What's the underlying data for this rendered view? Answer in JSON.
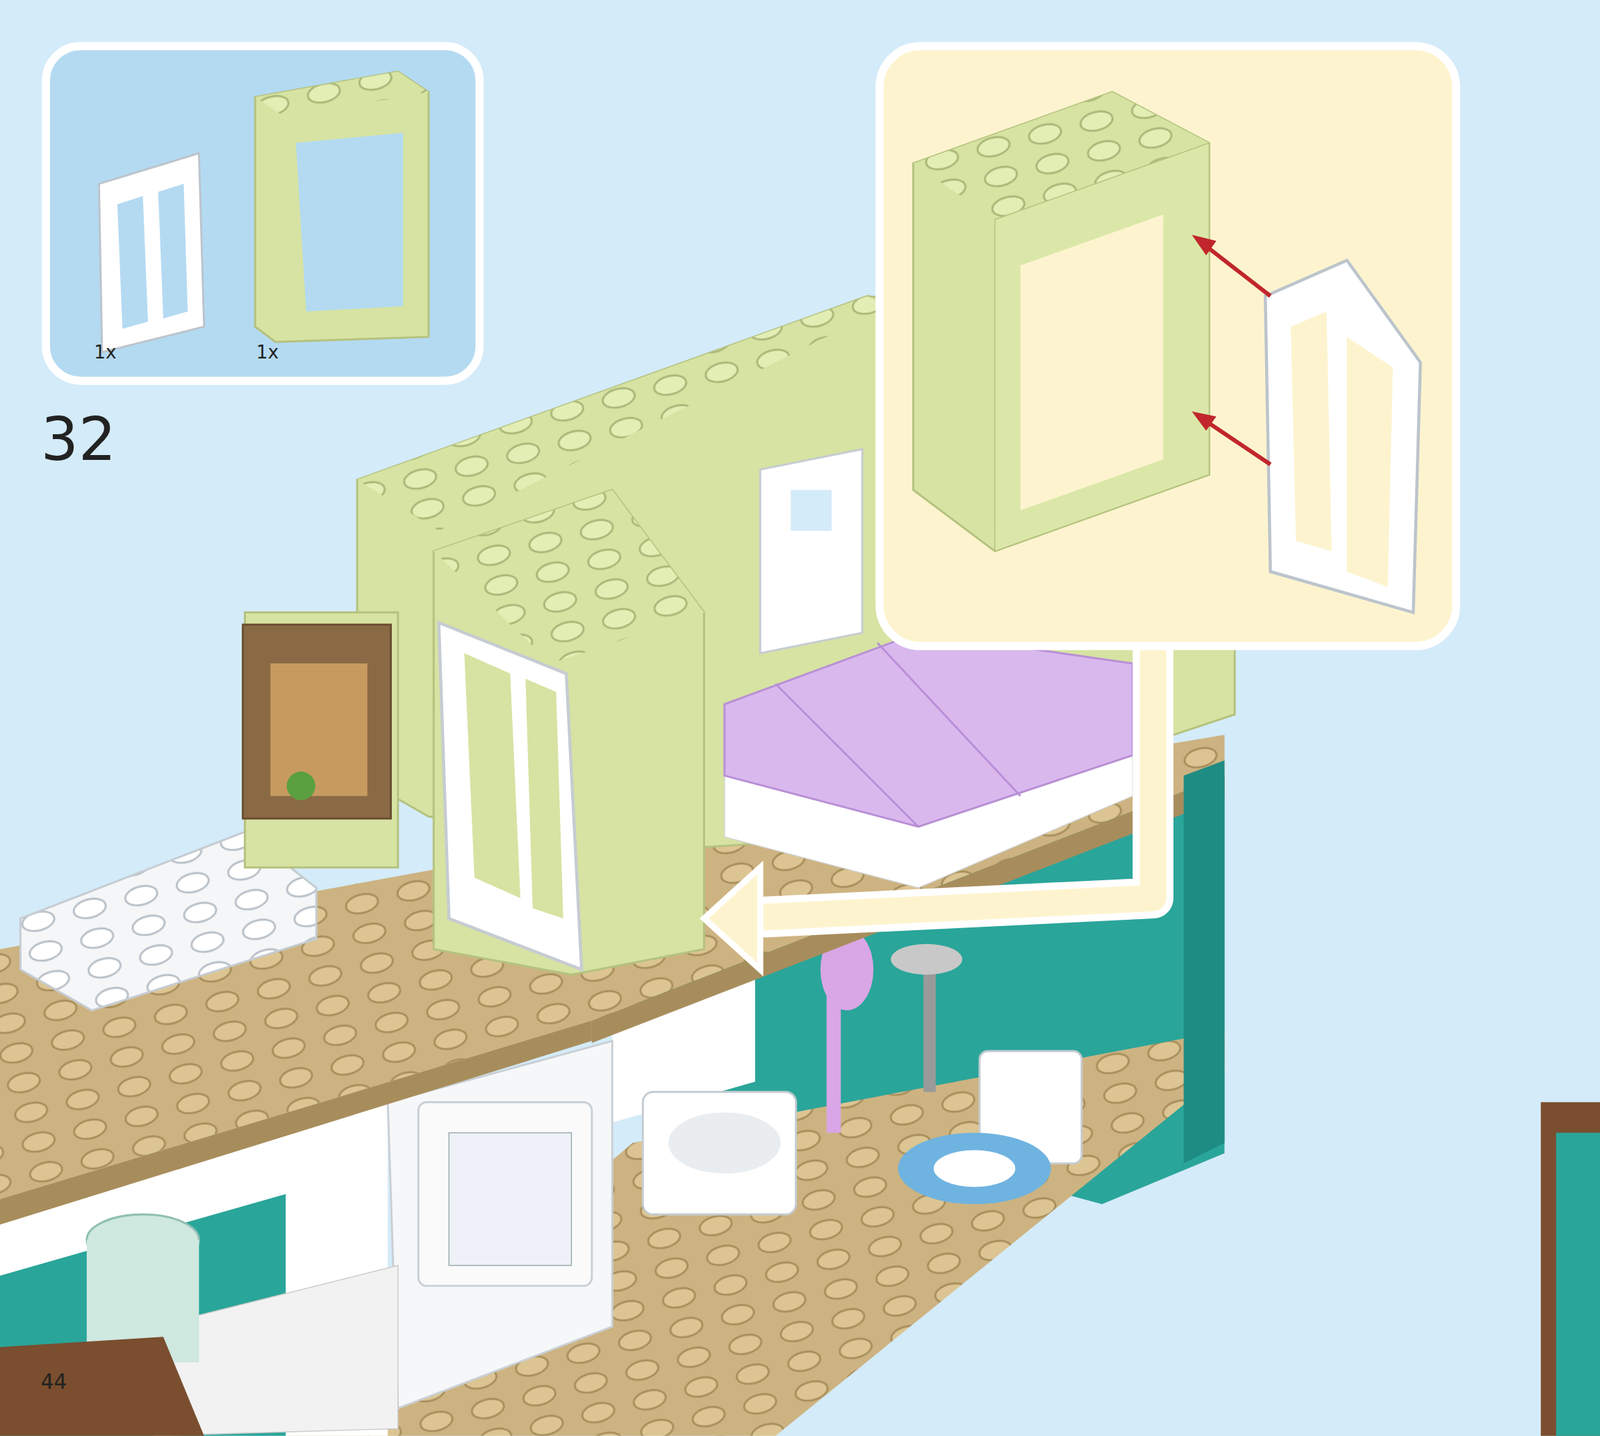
{
  "diagram": {
    "labels": [
      "1x",
      "1x",
      "32",
      "44"
    ]
  }
}
